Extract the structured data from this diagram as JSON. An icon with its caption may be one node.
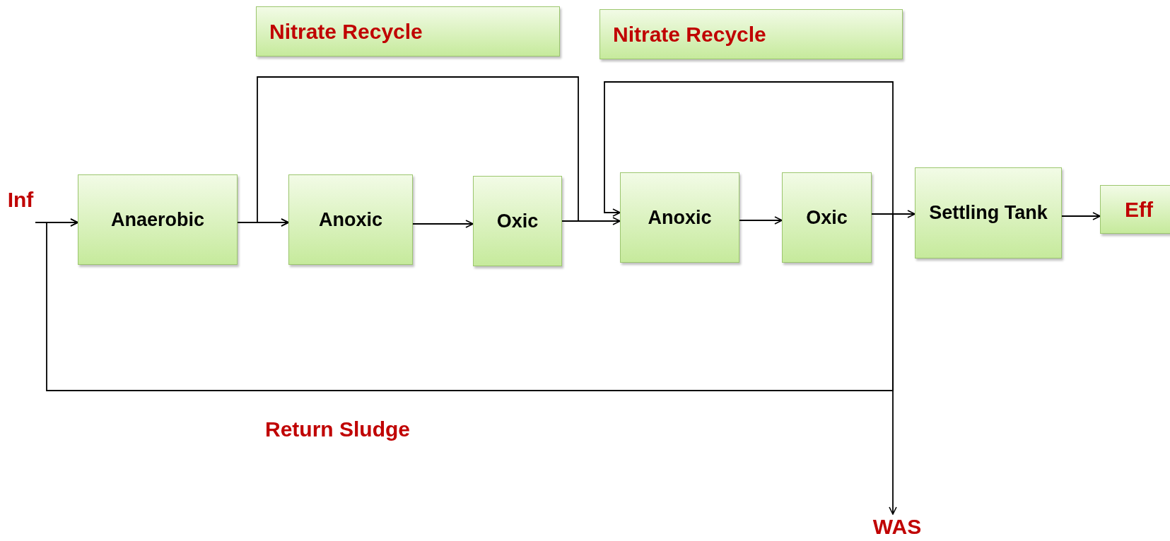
{
  "diagram": {
    "nodes": [
      {
        "text": [
          "Nitrate Recycle"
        ]
      },
      {
        "text": [
          "Nitrate Recycle"
        ]
      },
      {
        "text": [
          "Inf"
        ]
      },
      {
        "text": [
          "Anaerobic"
        ]
      },
      {
        "text": [
          "Anoxic"
        ]
      },
      {
        "text": [
          "Oxic"
        ]
      },
      {
        "text": [
          "Anoxic"
        ]
      },
      {
        "text": [
          "Oxic"
        ]
      },
      {
        "text": [
          "Settling Tank"
        ]
      },
      {
        "text": [
          "Eff"
        ]
      },
      {
        "text": [
          "WAS"
        ]
      }
    ],
    "edges": [
      {
        "from": 2,
        "to": 3,
        "arrow": "to"
      },
      {
        "from": 3,
        "to": 4,
        "arrow": "to"
      },
      {
        "from": 4,
        "to": 5,
        "arrow": "to"
      },
      {
        "from": 5,
        "to": 6,
        "arrow": "to"
      },
      {
        "from": 6,
        "to": 7,
        "arrow": "to"
      },
      {
        "from": 7,
        "to": 8,
        "arrow": "to"
      },
      {
        "from": 8,
        "to": 9,
        "arrow": "to"
      },
      {
        "from": 5,
        "to": 4,
        "arrow": "to"
      },
      {
        "from": 7,
        "to": 6,
        "arrow": "to"
      },
      {
        "from": 7,
        "to": 3,
        "arrow": "to"
      },
      {
        "from": 7,
        "to": 10,
        "arrow": "to"
      }
    ],
    "labels": [
      "Return Sludge"
    ]
  }
}
